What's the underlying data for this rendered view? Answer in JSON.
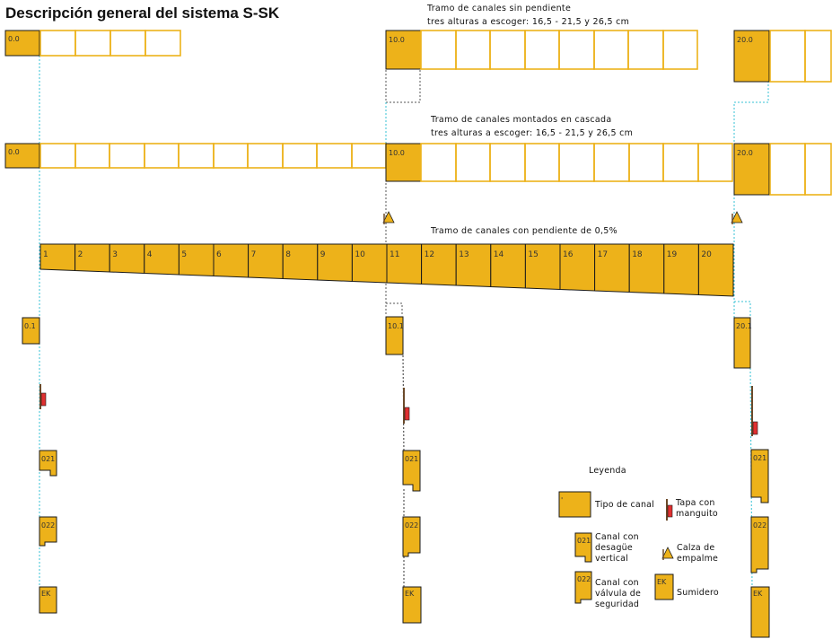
{
  "title": "Descripción general del sistema S-SK",
  "sections": {
    "flat": {
      "line1": "Tramo de canales sin pendiente",
      "line2": "tres alturas a escoger: 16,5 - 21,5 y 26,5 cm",
      "start_labels": [
        "0.0",
        "10.0",
        "20.0"
      ]
    },
    "cascade": {
      "line1": "Tramo de canales montados en cascada",
      "line2": "tres alturas a escoger: 16,5 - 21,5 y 26,5 cm",
      "start_labels": [
        "0.0",
        "10.0",
        "20.0"
      ]
    },
    "slope": {
      "line1": "Tramo de canales con pendiente de 0,5%",
      "channels": [
        "1",
        "2",
        "3",
        "4",
        "5",
        "6",
        "7",
        "8",
        "9",
        "10",
        "11",
        "12",
        "13",
        "14",
        "15",
        "16",
        "17",
        "18",
        "19",
        "20"
      ]
    }
  },
  "columns": {
    "col1": {
      "drain": "0.1",
      "outlet": "021",
      "valve": "022",
      "sump": "EK"
    },
    "col2": {
      "drain": "10.1",
      "outlet": "021",
      "valve": "022",
      "sump": "EK"
    },
    "col3": {
      "drain": "20.1",
      "outlet": "021",
      "valve": "022",
      "sump": "EK"
    }
  },
  "legend": {
    "title": "Leyenda",
    "channel_type": "Tipo de canal",
    "end_cap_1": "Tapa con",
    "end_cap_2": "manguito",
    "outlet_1": "Canal con",
    "outlet_2": "desagüe",
    "outlet_3": "vertical",
    "outlet_code": "021",
    "joint_1": "Calza de",
    "joint_2": "empalme",
    "valve_1": "Canal con",
    "valve_2": "válvula de",
    "valve_3": "seguridad",
    "valve_code": "022",
    "sump": "Sumidero",
    "sump_code": "EK"
  },
  "colors": {
    "channel_fill": "#EDB21A",
    "channel_stroke": "#1a1a1a",
    "outline": "#EDB21A",
    "guide_cyan": "#35C2D6",
    "guide_dark": "#555555",
    "cap_red": "#E03030",
    "cap_brown": "#6B4A2A"
  }
}
